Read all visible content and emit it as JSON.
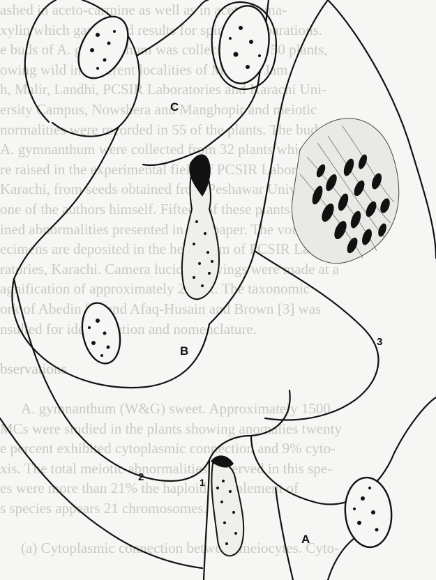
{
  "background_text": {
    "lines": [
      "ashed in aceto-carmine as well as in aceto-hema-",
      "xylin which gave good results for spindle preparations.",
      "e buds of A. gymnanthum was collected from 50 plants,",
      "owing wild in different localities of Mardan, Jam",
      "h, Malir, Landhi, PCSIR Laboratories and Karachi Uni-",
      "ersity Campus, Nowshera and Manghopir and meiotic",
      "normalities were recorded in 55 of the plants. The buds",
      "A. gymnanthum were collected from 32 plants which",
      "re raised in the experimental field of PCSIR Laboratories",
      "Karachi, from seeds obtained from Peshawar University",
      "one of the authors himself. Fifteen of these plants ex-",
      "ined abnormalities presented in this paper. The voucher",
      "ecimens are deposited in the herbarium of PCSIR Labo-",
      "ratories, Karachi. Camera lucida drawings were made at a",
      "agnification of approximately 2000x. The taxonomic",
      "ork of Abedin [1] and Afaq-Husain and Brown [3] was",
      "nsulted for identification and nomenclature.",
      "",
      "bservations",
      "",
      "A. gymnanthum (W&G) sweet. Approximately 1500",
      "MCs were studied in the plants showing anomalies twenty",
      "e percent exhibited cytoplasmic connection and 9% cyto-",
      "xis. The total meiotic abnormalities observed in this spe-",
      "es were more than 21% the haploid complement of",
      "s species appears 21 chromosomes.",
      "",
      "(a) Cytoplasmic connection between meiocytes. Cyto-"
    ]
  },
  "figure_labels": {
    "C": "C",
    "B": "B",
    "A": "A",
    "n1": "1",
    "n2": "2",
    "n3": "3"
  },
  "ink_color": "#111111"
}
